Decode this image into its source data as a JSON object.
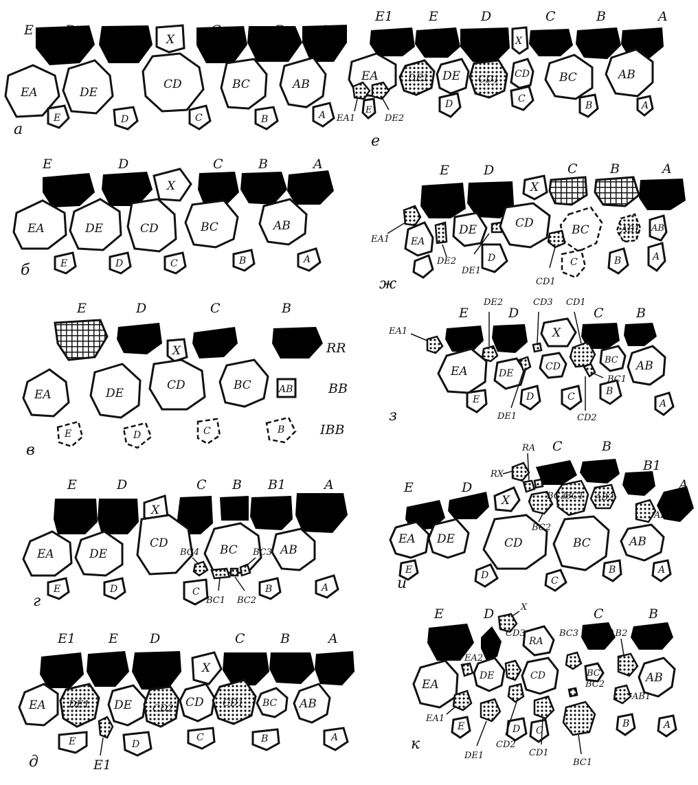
{
  "panels": {
    "a": {
      "letter": "а",
      "cols": [
        "E",
        "D",
        "C",
        "B",
        "A"
      ],
      "top_x": "X",
      "cells": [
        "EA",
        "DE",
        "CD",
        "BC",
        "AB"
      ],
      "bottom": [
        "E",
        "D",
        "C",
        "B",
        "A"
      ]
    },
    "b": {
      "letter": "б",
      "cols": [
        "E",
        "D",
        "C",
        "B",
        "A"
      ],
      "top_x": "X",
      "cells": [
        "EA",
        "DE",
        "CD",
        "BC",
        "AB"
      ],
      "bottom": [
        "E",
        "D",
        "C",
        "B",
        "A"
      ]
    },
    "v": {
      "letter": "в",
      "cols": [
        "E",
        "D",
        "C",
        "B"
      ],
      "top_x": "X",
      "cells": [
        "EA",
        "DE",
        "CD",
        "BC",
        "AB"
      ],
      "bottom": [
        "E",
        "D",
        "C",
        "B"
      ],
      "row_labels": [
        "RR",
        "BB",
        "IBB"
      ]
    },
    "g": {
      "letter": "г",
      "cols": [
        "E",
        "D",
        "C",
        "B",
        "B1",
        "A"
      ],
      "top_x": "X",
      "cells": [
        "EA",
        "DE",
        "CD",
        "BC",
        "AB"
      ],
      "bottom": [
        "E",
        "D",
        "C",
        "B",
        "A"
      ],
      "callouts": [
        "BC4",
        "BC3",
        "BC1",
        "BC2"
      ]
    },
    "d": {
      "letter": "д",
      "cols": [
        "E1",
        "E",
        "D",
        "C",
        "B",
        "A"
      ],
      "top_x": "X",
      "cells": [
        "EA",
        "DE1",
        "DE",
        "CD2",
        "CD",
        "CD1",
        "BC",
        "AB"
      ],
      "bottom": [
        "E",
        "D",
        "C",
        "B",
        "A"
      ],
      "callouts": [
        "E1"
      ]
    },
    "e": {
      "letter": "е",
      "cols": [
        "E1",
        "E",
        "D",
        "C",
        "B",
        "A"
      ],
      "top_x": "X",
      "cells": [
        "EA",
        "DE1",
        "DE",
        "CD1",
        "CD",
        "BC",
        "AB"
      ],
      "bottom": [
        "E",
        "D",
        "C",
        "B",
        "A"
      ],
      "callouts": [
        "EA1",
        "DE2"
      ]
    },
    "zh": {
      "letter": "ж",
      "cols": [
        "E",
        "D",
        "C",
        "B",
        "A"
      ],
      "top_x": "X",
      "cells": [
        "EA",
        "DE",
        "CD",
        "BC",
        "AB1",
        "AB"
      ],
      "bottom": [
        "D",
        "C",
        "B",
        "A"
      ],
      "callouts": [
        "EA1",
        "DE2",
        "DE1",
        "CD1"
      ]
    },
    "z": {
      "letter": "з",
      "cols": [
        "E",
        "DE2",
        "D",
        "CD3",
        "CD1",
        "C",
        "B"
      ],
      "top_x": "X",
      "cells": [
        "EA",
        "DE",
        "CD",
        "BC",
        "AB"
      ],
      "bottom": [
        "E",
        "D",
        "C",
        "B",
        "A"
      ],
      "callouts": [
        "EA1",
        "DE1",
        "CD2",
        "BC1"
      ]
    },
    "i": {
      "letter": "и",
      "cols": [
        "E",
        "D",
        "RA",
        "C",
        "B",
        "B1",
        "A"
      ],
      "top_x": "X",
      "cells": [
        "EA",
        "DE",
        "CD",
        "BC",
        "BC1",
        "AB2",
        "AB"
      ],
      "bottom": [
        "E",
        "D",
        "C",
        "B",
        "A"
      ],
      "callouts": [
        "RX",
        "BC3",
        "BC2",
        "AB1"
      ]
    },
    "k": {
      "letter": "к",
      "cols": [
        "E",
        "D",
        "C",
        "B"
      ],
      "top_x": "X",
      "cells": [
        "RA",
        "EA",
        "DE",
        "CD",
        "BC",
        "AB"
      ],
      "bottom": [
        "E",
        "D",
        "C",
        "B",
        "A"
      ],
      "callouts": [
        "CD3",
        "BC3",
        "AB2",
        "EA2",
        "EA1",
        "DE1",
        "CD2",
        "CD1",
        "BC2",
        "BC1",
        "AB1"
      ]
    }
  }
}
